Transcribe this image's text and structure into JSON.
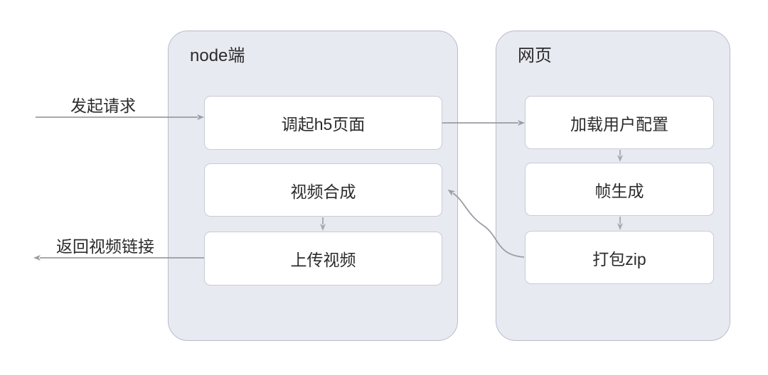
{
  "diagram": {
    "type": "flowchart",
    "colors": {
      "background": "#ffffff",
      "container_fill": "#e8eaf1",
      "container_border": "#b6bcca",
      "box_fill": "#ffffff",
      "box_border": "#c8ccd6",
      "arrow": "#9a9da3",
      "arrow_small": "#a5a8ad",
      "text": "#2b2b2d"
    },
    "containers": [
      {
        "id": "node",
        "title": "node端",
        "boxes": [
          {
            "id": "invoke-h5",
            "label": "调起h5页面"
          },
          {
            "id": "video-compose",
            "label": "视频合成"
          },
          {
            "id": "upload-video",
            "label": "上传视频"
          }
        ]
      },
      {
        "id": "webpage",
        "title": "网页",
        "boxes": [
          {
            "id": "load-user-config",
            "label": "加载用户配置"
          },
          {
            "id": "frame-generate",
            "label": "帧生成"
          },
          {
            "id": "pack-zip",
            "label": "打包zip"
          }
        ]
      }
    ],
    "edges": [
      {
        "id": "request",
        "label": "发起请求",
        "from": "external-left",
        "to": "调起h5页面",
        "style": "straight-right"
      },
      {
        "id": "h5-to-config",
        "label": "",
        "from": "调起h5页面",
        "to": "加载用户配置",
        "style": "straight-right"
      },
      {
        "id": "config-to-frame",
        "label": "",
        "from": "加载用户配置",
        "to": "帧生成",
        "style": "straight-down"
      },
      {
        "id": "frame-to-zip",
        "label": "",
        "from": "帧生成",
        "to": "打包zip",
        "style": "straight-down"
      },
      {
        "id": "zip-to-compose",
        "label": "",
        "from": "打包zip",
        "to": "视频合成",
        "style": "s-curve"
      },
      {
        "id": "compose-to-upload",
        "label": "",
        "from": "视频合成",
        "to": "上传视频",
        "style": "straight-down"
      },
      {
        "id": "return-link",
        "label": "返回视频链接",
        "from": "上传视频",
        "to": "external-left",
        "style": "straight-left"
      }
    ]
  }
}
